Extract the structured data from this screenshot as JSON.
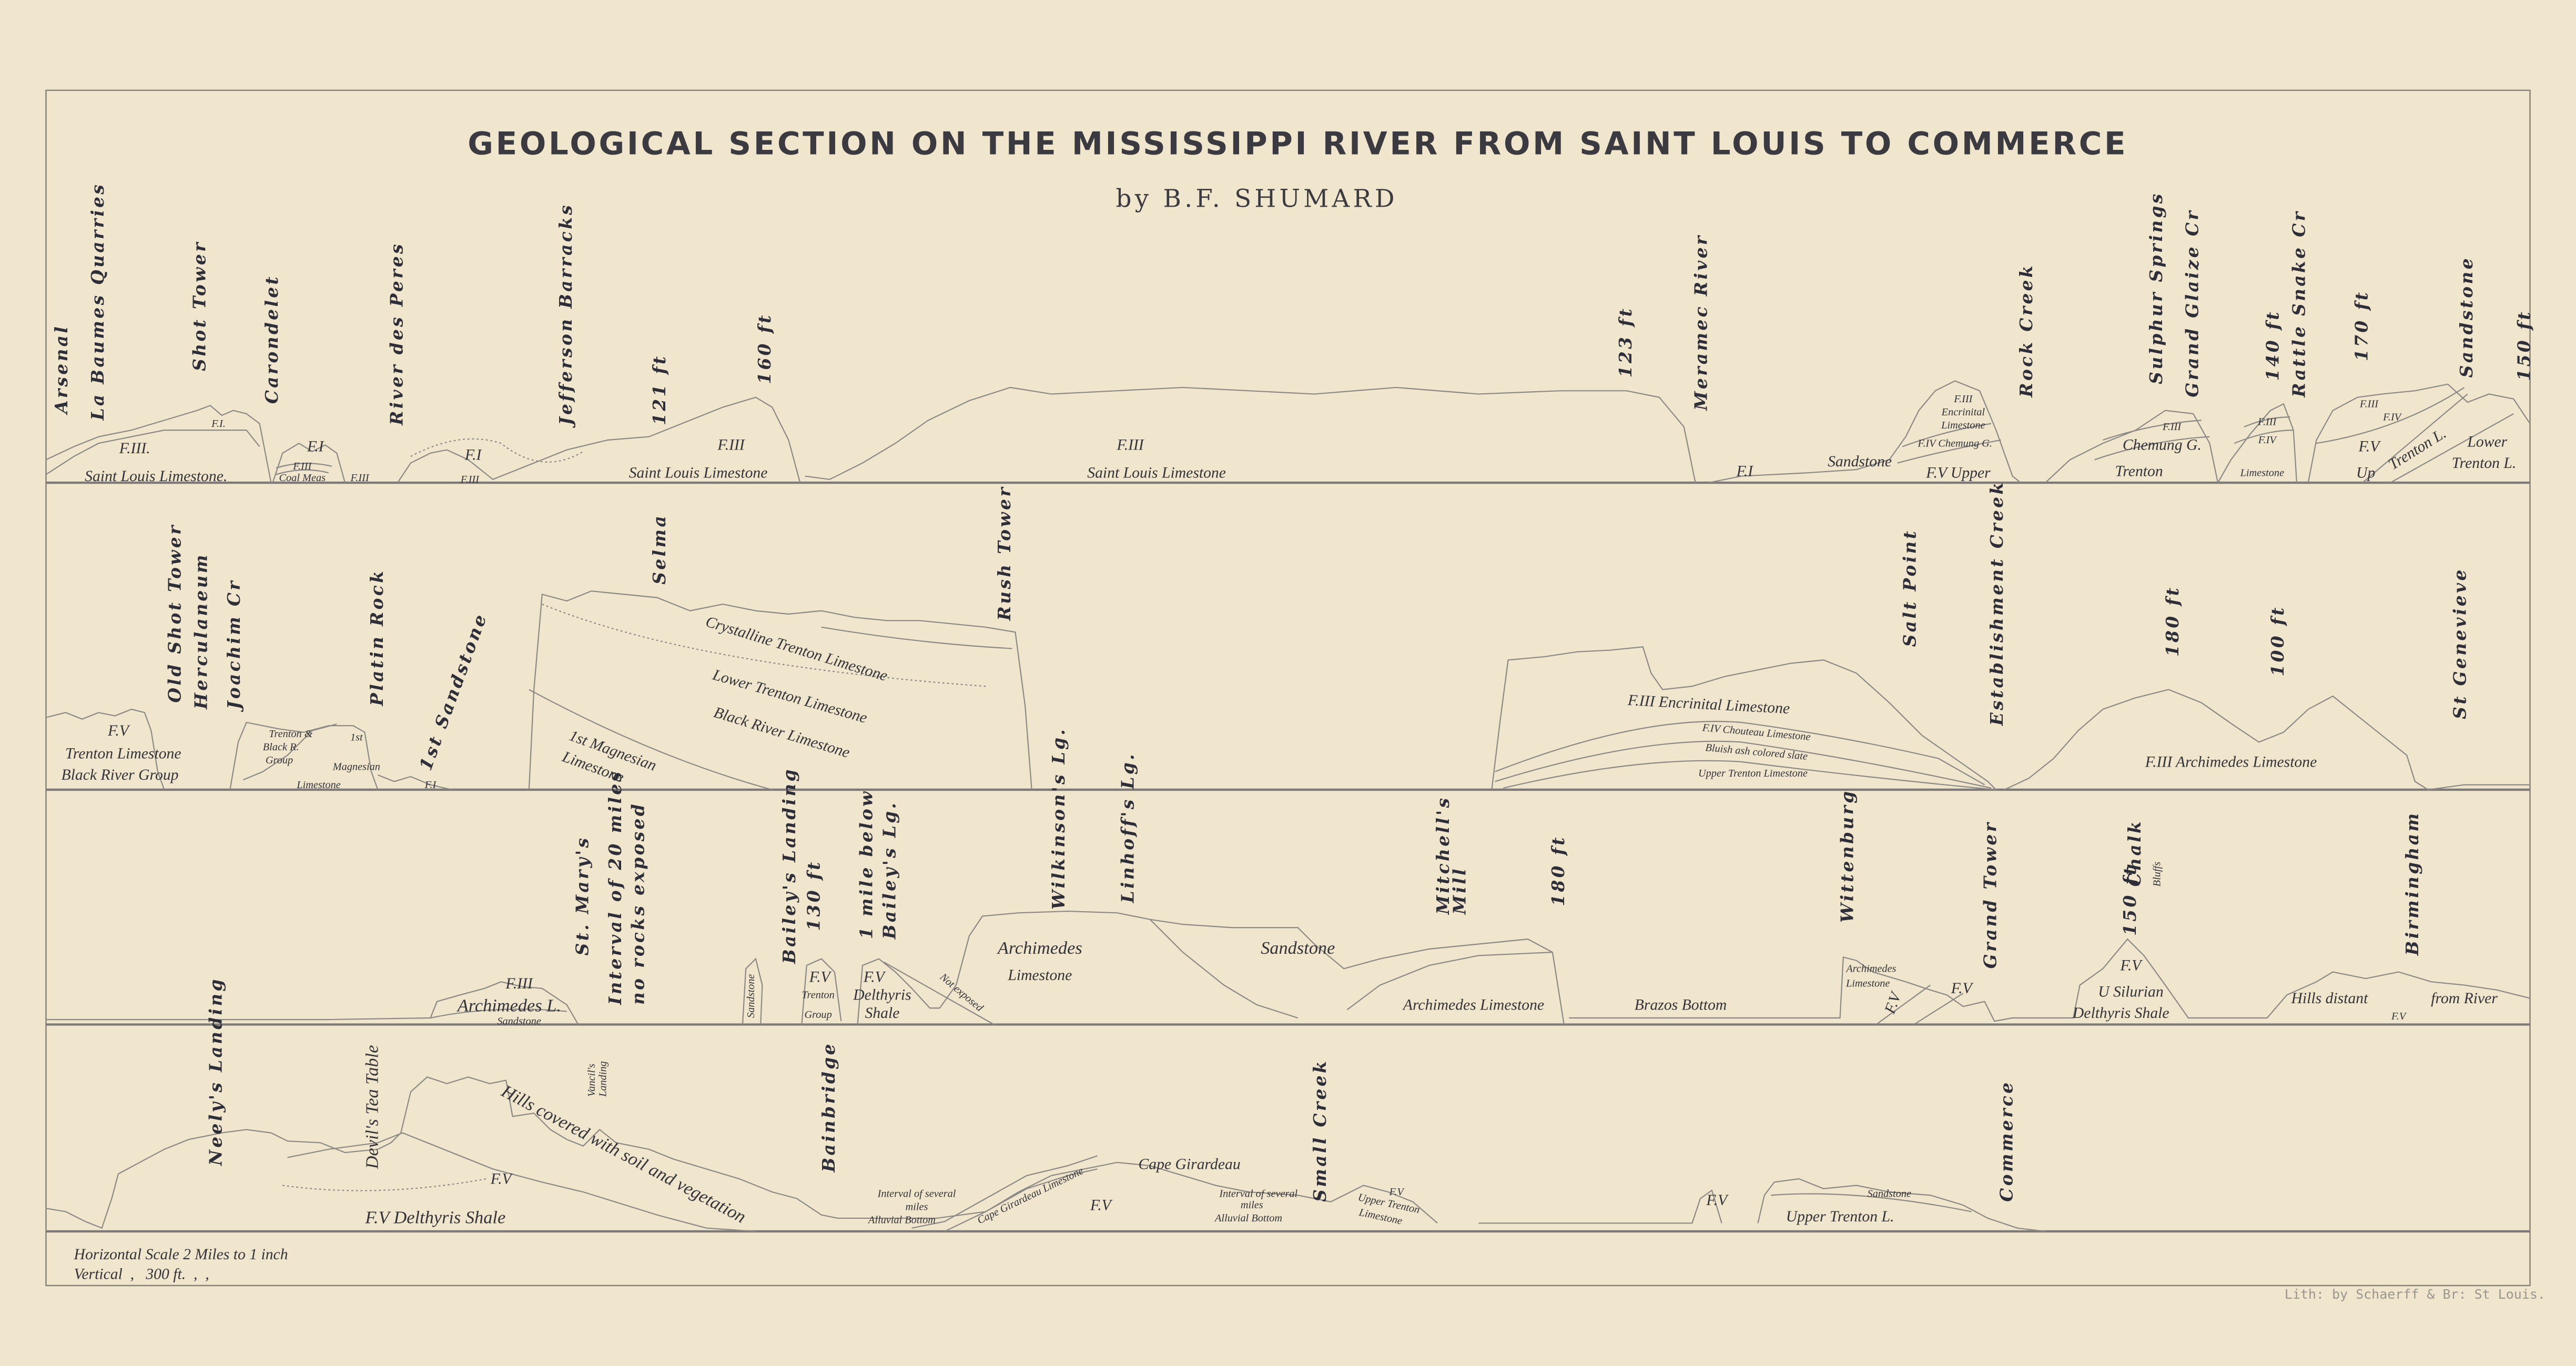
{
  "title": "GEOLOGICAL SECTION ON THE MISSISSIPPI RIVER FROM SAINT LOUIS TO COMMERCE",
  "subtitle": "by B.F. SHUMARD",
  "section_1": {
    "places": [
      "Arsenal",
      "La Baumes Quarries",
      "Shot Tower",
      "Carondelet",
      "River des Peres",
      "Jefferson Barracks",
      "121 ft",
      "160 ft",
      "123 ft",
      "Meramec River",
      "Rock Creek",
      "Sulphur Springs",
      "Grand Glaize Cr",
      "140 ft",
      "Rattle Snake Cr",
      "170 ft",
      "Sandstone",
      "150 ft"
    ],
    "formations": [
      "F.I.",
      "F.III.",
      "Saint Louis Limestone.",
      "F.I",
      "F.III",
      "Coal Meas",
      "F.III",
      "F.I",
      "F.III",
      "F.III",
      "Saint Louis Limestone",
      "F.III",
      "Saint Louis Limestone",
      "F.I",
      "Sandstone",
      "F.V Upper",
      "F.III",
      "Encrinital",
      "Limestone",
      "F.IV Chemung G.",
      "F.III",
      "Chemung G.",
      "Trenton",
      "F.III",
      "F.IV",
      "Limestone",
      "F.III",
      "F.IV",
      "F.V",
      "Up",
      "Trenton L.",
      "Lower",
      "Trenton L."
    ]
  },
  "section_2": {
    "places": [
      "Old Shot Tower",
      "Herculaneum",
      "Joachim Cr",
      "Platin Rock",
      "1st Sandstone",
      "Selma",
      "Rush Tower",
      "Salt Point",
      "Establishment Creek",
      "180 ft",
      "100 ft",
      "St Genevieve"
    ],
    "formations": [
      "F.V",
      "Trenton Limestone",
      "Black River Group",
      "Trenton &",
      "Black R.",
      "Group",
      "1st",
      "Magnesian",
      "Limestone",
      "F.I",
      "Crystalline Trenton Limestone",
      "Lower Trenton Limestone",
      "Black River Limestone",
      "1st Magnesian",
      "Limestone",
      "F.III Encrinital Limestone",
      "F.IV Chouteau Limestone",
      "Bluish ash colored slate",
      "Upper Trenton Limestone",
      "F.III Archimedes Limestone"
    ]
  },
  "section_3": {
    "places": [
      "St. Mary's",
      "Interval of 20 miles",
      "no rocks exposed",
      "Bailey's Landing",
      "130 ft",
      "1 mile below",
      "Bailey's Lg.",
      "Wilkinson's Lg.",
      "Linhoff's Lg.",
      "Mitchell's",
      "Mill",
      "180 ft",
      "Wittenburg",
      "Grand Tower",
      "150 ft",
      "Chalk",
      "Bluffs",
      "Birmingham"
    ],
    "formations": [
      "F.III",
      "Archimedes L.",
      "Sandstone",
      "Sandstone",
      "F.V",
      "Trenton",
      "Group",
      "F.V",
      "Delthyris",
      "Shale",
      "Not exposed",
      "Archimedes",
      "Limestone",
      "Sandstone",
      "Archimedes Limestone",
      "Brazos Bottom",
      "Archimedes",
      "Limestone",
      "F.V",
      "F.V",
      "F.V",
      "U Silurian",
      "Delthyris Shale",
      "Hills distant",
      "from River",
      "F.V"
    ]
  },
  "section_4": {
    "places": [
      "Neely's Landing",
      "Devil's Tea Table",
      "Vancil's",
      "Landing",
      "Bainbridge",
      "Small Creek",
      "Commerce"
    ],
    "formations": [
      "Hills covered with soil and vegetation",
      "F.V",
      "F.V Delthyris Shale",
      "Interval of several",
      "miles",
      "Alluvial Bottom",
      "Cape Girardeau Limestone",
      "Cape Girardeau",
      "F.V",
      "Interval of several",
      "miles",
      "Alluvial Bottom",
      "F.V",
      "Upper Trenton",
      "Limestone",
      "F.V",
      "Sandstone",
      "Upper Trenton L."
    ]
  },
  "scale": {
    "horizontal": "Horizontal Scale 2 Miles to 1 inch",
    "vertical": "Vertical  ,   300 ft.  ,  ,"
  },
  "credit": "Lith: by Schaerff & Br: St Louis."
}
